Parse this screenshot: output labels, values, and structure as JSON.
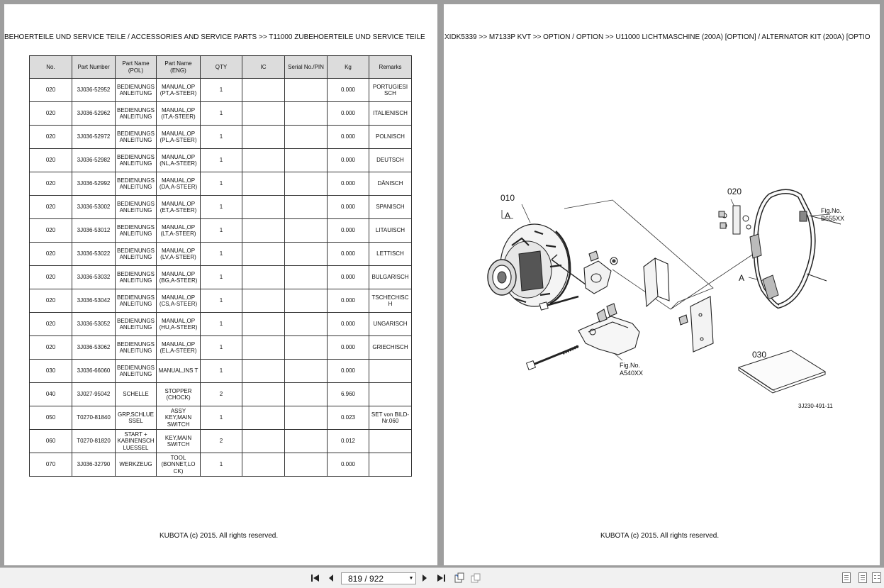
{
  "left_page": {
    "breadcrumb": "BEHOERTEILE UND SERVICE TEILE / ACCESSORIES AND SERVICE PARTS >> T11000   ZUBEHOERTEILE UND SERVICE TEILE",
    "table": {
      "headers": [
        "No.",
        "Part Number",
        "Part Name (POL)",
        "Part Name (ENG)",
        "QTY",
        "IC",
        "Serial No./PIN",
        "Kg",
        "Remarks"
      ],
      "rows": [
        [
          "020",
          "3J036-52952",
          "BEDIENUNGS ANLEITUNG",
          "MANUAL,OP (PT,A-STEER)",
          "1",
          "",
          "",
          "0.000",
          "PORTUGIESI SCH"
        ],
        [
          "020",
          "3J036-52962",
          "BEDIENUNGS ANLEITUNG",
          "MANUAL,OP (IT,A-STEER)",
          "1",
          "",
          "",
          "0.000",
          "ITALIENISCH"
        ],
        [
          "020",
          "3J036-52972",
          "BEDIENUNGS ANLEITUNG",
          "MANUAL,OP (PL,A-STEER)",
          "1",
          "",
          "",
          "0.000",
          "POLNISCH"
        ],
        [
          "020",
          "3J036-52982",
          "BEDIENUNGS ANLEITUNG",
          "MANUAL,OP (NL,A-STEER)",
          "1",
          "",
          "",
          "0.000",
          "DEUTSCH"
        ],
        [
          "020",
          "3J036-52992",
          "BEDIENUNGS ANLEITUNG",
          "MANUAL,OP (DA,A-STEER)",
          "1",
          "",
          "",
          "0.000",
          "DÄNISCH"
        ],
        [
          "020",
          "3J036-53002",
          "BEDIENUNGS ANLEITUNG",
          "MANUAL,OP (ET,A-STEER)",
          "1",
          "",
          "",
          "0.000",
          "SPANISCH"
        ],
        [
          "020",
          "3J036-53012",
          "BEDIENUNGS ANLEITUNG",
          "MANUAL,OP (LT,A-STEER)",
          "1",
          "",
          "",
          "0.000",
          "LITAUISCH"
        ],
        [
          "020",
          "3J036-53022",
          "BEDIENUNGS ANLEITUNG",
          "MANUAL,OP (LV,A-STEER)",
          "1",
          "",
          "",
          "0.000",
          "LETTISCH"
        ],
        [
          "020",
          "3J036-53032",
          "BEDIENUNGS ANLEITUNG",
          "MANUAL,OP (BG,A-STEER)",
          "1",
          "",
          "",
          "0.000",
          "BULGARISCH"
        ],
        [
          "020",
          "3J036-53042",
          "BEDIENUNGS ANLEITUNG",
          "MANUAL,OP (CS,A-STEER)",
          "1",
          "",
          "",
          "0.000",
          "TSCHECHISC H"
        ],
        [
          "020",
          "3J036-53052",
          "BEDIENUNGS ANLEITUNG",
          "MANUAL,OP (HU,A-STEER)",
          "1",
          "",
          "",
          "0.000",
          "UNGARISCH"
        ],
        [
          "020",
          "3J036-53062",
          "BEDIENUNGS ANLEITUNG",
          "MANUAL,OP (EL,A-STEER)",
          "1",
          "",
          "",
          "0.000",
          "GRIECHISCH"
        ],
        [
          "030",
          "3J036-66060",
          "BEDIENUNGS ANLEITUNG",
          "MANUAL,INS T",
          "1",
          "",
          "",
          "0.000",
          ""
        ],
        [
          "040",
          "3J027-95042",
          "SCHELLE",
          "STOPPER (CHOCK)",
          "2",
          "",
          "",
          "6.960",
          ""
        ],
        [
          "050",
          "T0270-81840",
          "GRP,SCHLUE SSEL",
          "ASSY KEY,MAIN SWITCH",
          "1",
          "",
          "",
          "0.023",
          "SET von BILD-Nr.060"
        ],
        [
          "060",
          "T0270-81820",
          "START + KABINENSCH LUESSEL",
          "KEY,MAIN SWITCH",
          "2",
          "",
          "",
          "0.012",
          ""
        ],
        [
          "070",
          "3J036-32790",
          "WERKZEUG",
          "TOOL (BONNET,LO CK)",
          "1",
          "",
          "",
          "0.000",
          ""
        ]
      ]
    },
    "footer": "KUBOTA (c) 2015. All rights reserved."
  },
  "right_page": {
    "breadcrumb": "XIDK5339 >> M7133P KVT >> OPTION / OPTION >> U11000   LICHTMASCHINE (200A) [OPTION] / ALTERNATOR KIT (200A) [OPTIO",
    "diagram": {
      "callout_010": "010",
      "callout_020": "020",
      "callout_030": "030",
      "ref_a_left": "A",
      "ref_a_right": "A",
      "fig_b655_line1": "Fig.No.",
      "fig_b655_line2": "B655XX",
      "fig_a540_line1": "Fig.No.",
      "fig_a540_line2": "A540XX",
      "drawing_code": "3J230-491-11"
    },
    "footer": "KUBOTA (c) 2015. All rights reserved."
  },
  "toolbar": {
    "first_page_icon": "first-page-icon",
    "prev_page_icon": "prev-page-icon",
    "page_indicator": "819 / 922",
    "next_page_icon": "next-page-icon",
    "last_page_icon": "last-page-icon"
  }
}
